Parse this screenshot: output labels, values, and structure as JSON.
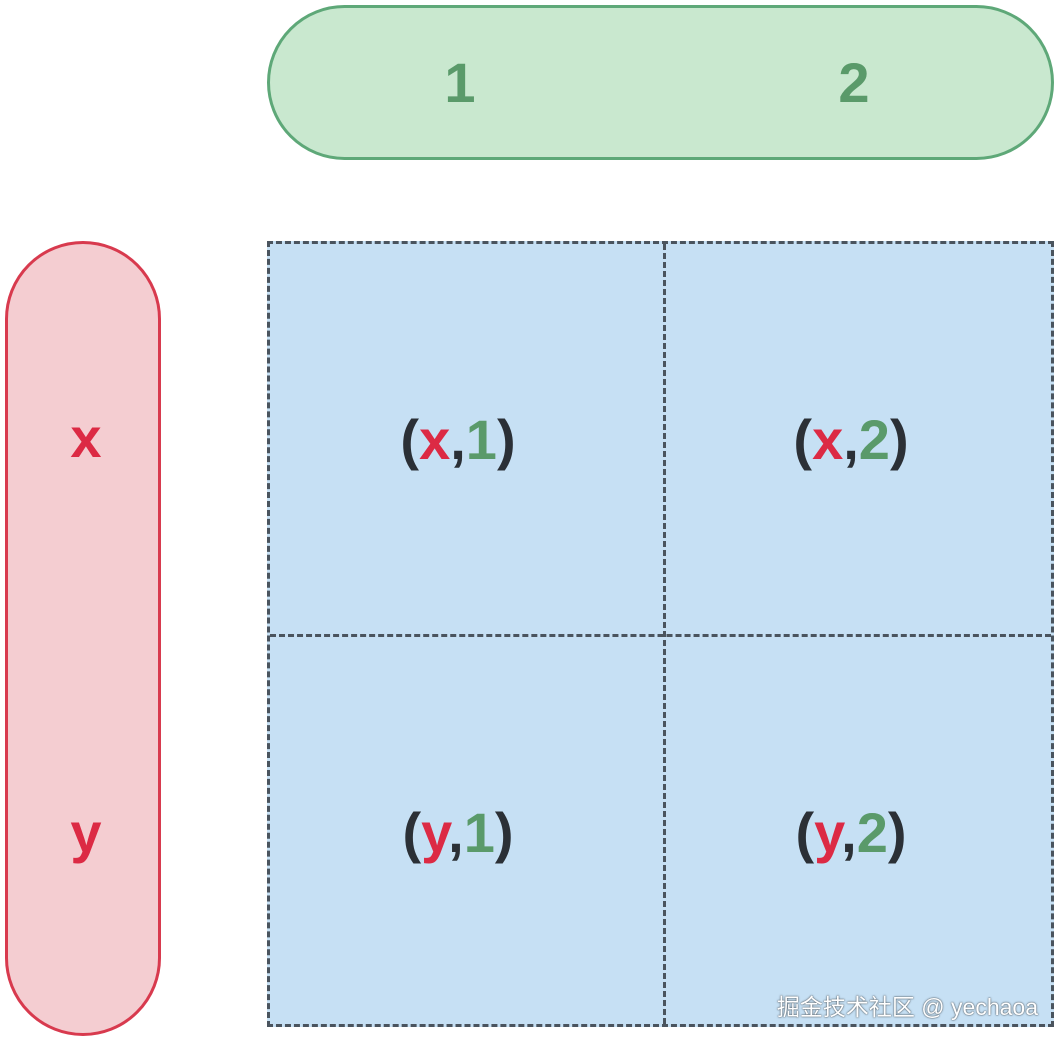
{
  "columns": {
    "items": [
      "1",
      "2"
    ]
  },
  "rows": {
    "items": [
      "x",
      "y"
    ]
  },
  "cells": [
    {
      "open": "(",
      "row": "x",
      "sep": ",",
      "col": "1",
      "close": ")"
    },
    {
      "open": "(",
      "row": "x",
      "sep": ",",
      "col": "2",
      "close": ")"
    },
    {
      "open": "(",
      "row": "y",
      "sep": ",",
      "col": "1",
      "close": ")"
    },
    {
      "open": "(",
      "row": "y",
      "sep": ",",
      "col": "2",
      "close": ")"
    }
  ],
  "watermark": "掘金技术社区 @ yechaoa",
  "colors": {
    "column_fill": "#c9e8cf",
    "column_stroke": "#5ea878",
    "column_text": "#5a9a6a",
    "row_fill": "#f4cdd1",
    "row_stroke": "#d83a4e",
    "row_text": "#dc2a44",
    "grid_fill": "#c6e0f4",
    "grid_border": "#4a545e",
    "paren_text": "#2b3036"
  }
}
